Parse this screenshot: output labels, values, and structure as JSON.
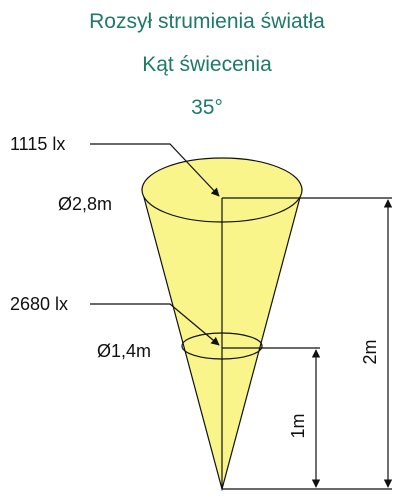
{
  "title": {
    "line1": "Rozsył strumienia światła",
    "line2": "Kąt świecenia",
    "line3": "35°"
  },
  "labels": {
    "lux_top": "1115 lx",
    "lux_mid": "2680 lx",
    "diameter_top": "Ø2,8m",
    "diameter_mid": "Ø1,4m",
    "height_full": "2m",
    "height_half": "1m"
  },
  "colors": {
    "title": "#1e7a6a",
    "cone_fill": "#f9f58a",
    "line": "#111111"
  }
}
